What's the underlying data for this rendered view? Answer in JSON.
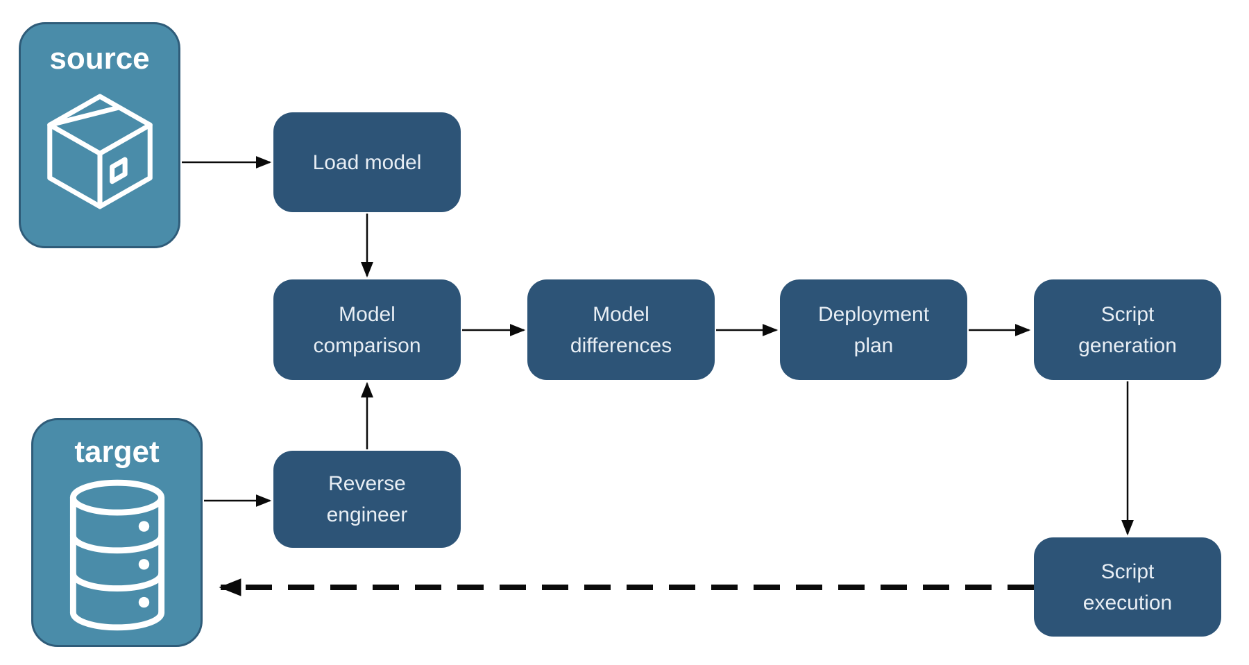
{
  "diagram": {
    "title": "",
    "background_color": "#FFFFFF",
    "colors": {
      "node_fill": "#2D5477",
      "node_text": "#E8EEF4",
      "container_fill": "#4A8CA9",
      "container_border": "#2F5C79",
      "container_text": "#FFFFFF",
      "arrow": "#0A0A0A"
    },
    "containers": {
      "source": {
        "label": "source",
        "icon": "package-box-icon"
      },
      "target": {
        "label": "target",
        "icon": "database-icon"
      }
    },
    "nodes": {
      "load_model": {
        "label": "Load model"
      },
      "model_comparison": {
        "label": "Model comparison"
      },
      "model_differences": {
        "label": "Model differences"
      },
      "deployment_plan": {
        "label": "Deployment plan"
      },
      "script_generation": {
        "label": "Script generation"
      },
      "reverse_engineer": {
        "label": "Reverse engineer"
      },
      "script_execution": {
        "label": "Script execution"
      }
    },
    "edges": [
      {
        "from": "source",
        "to": "load_model",
        "style": "solid"
      },
      {
        "from": "load_model",
        "to": "model_comparison",
        "style": "solid"
      },
      {
        "from": "model_comparison",
        "to": "model_differences",
        "style": "solid"
      },
      {
        "from": "model_differences",
        "to": "deployment_plan",
        "style": "solid"
      },
      {
        "from": "deployment_plan",
        "to": "script_generation",
        "style": "solid"
      },
      {
        "from": "script_generation",
        "to": "script_execution",
        "style": "solid"
      },
      {
        "from": "target",
        "to": "reverse_engineer",
        "style": "solid"
      },
      {
        "from": "reverse_engineer",
        "to": "model_comparison",
        "style": "solid"
      },
      {
        "from": "script_execution",
        "to": "target",
        "style": "dashed"
      }
    ]
  }
}
